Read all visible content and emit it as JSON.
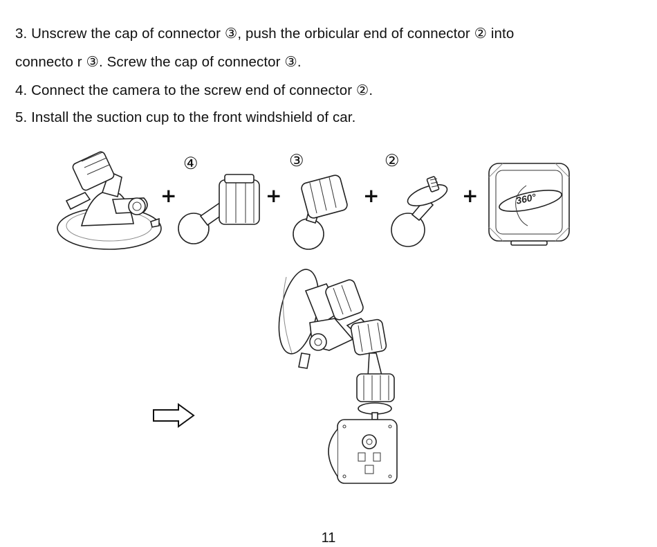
{
  "instructions": [
    "3. Unscrew the cap of connector ③, push the orbicular end of connector ② into",
    "connecto r ③. Screw the cap of connector ③.",
    "4. Connect the camera to the screw end of connector ②.",
    "5. Install the suction cup to the front windshield of car."
  ],
  "parts": {
    "label_4": "④",
    "label_3": "③",
    "label_2": "②",
    "plus": "+"
  },
  "camera_badge": "360°",
  "page_number": "11"
}
